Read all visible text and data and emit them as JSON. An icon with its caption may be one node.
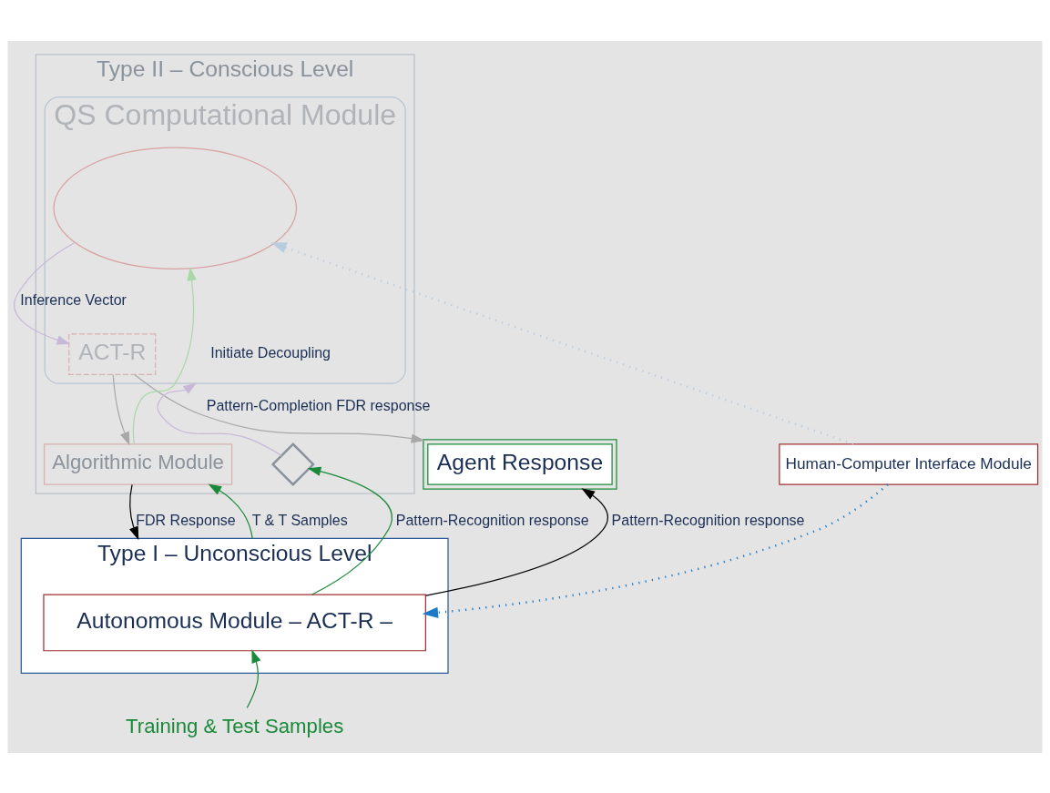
{
  "diagram": {
    "nodes": [
      {
        "text": [
          "Type II – Conscious Level"
        ]
      },
      {
        "text": [
          "QS Computational Module"
        ],
        "in": 0
      },
      {
        "text": [],
        "shape": "ellipse",
        "in": 1
      },
      {
        "text": [
          "ACT-R"
        ],
        "in": 1
      },
      {
        "text": [
          "Algorithmic Module"
        ],
        "in": 0
      },
      {
        "text": [],
        "shape": "diamond",
        "in": 0
      },
      {
        "text": [
          "Type I – Unconscious Level"
        ]
      },
      {
        "text": [
          "Autonomous Module – ACT-R –"
        ],
        "in": 6
      },
      {
        "text": [
          "Human-Computer Interface Module"
        ]
      },
      {
        "text": [
          "Agent Response"
        ]
      },
      {
        "text": [
          "Training & Test Samples"
        ]
      }
    ],
    "edges": [
      {
        "from": 2,
        "to": 3,
        "arrow": "to",
        "label": "Inference Vector",
        "color": "#c8b8d8"
      },
      {
        "from": 3,
        "to": 4,
        "arrow": "to",
        "color": "#a8a8a8"
      },
      {
        "from": 3,
        "to": 9,
        "arrow": "to",
        "label": "Pattern-Completion FDR response",
        "color": "#a8a8a8"
      },
      {
        "from": 4,
        "to": 2,
        "arrow": "to",
        "color": "#a8d8a8"
      },
      {
        "from": 5,
        "to": 1,
        "arrow": "to",
        "label": "Initiate Decoupling",
        "color": "#c8b8d8"
      },
      {
        "from": 8,
        "to": 2,
        "arrow": "to",
        "style": "dashed",
        "color": "#b8cce0"
      },
      {
        "from": 4,
        "to": 6,
        "arrow": "to",
        "label": "FDR Response",
        "color": "#000000"
      },
      {
        "from": 6,
        "to": 4,
        "arrow": "to",
        "label": "T & T Samples",
        "color": "#1a8a3a"
      },
      {
        "from": 7,
        "to": 5,
        "arrow": "to",
        "label": "Pattern-Recognition response",
        "color": "#1a8a3a"
      },
      {
        "from": 8,
        "to": 7,
        "arrow": "to",
        "style": "dashed",
        "color": "#1a7ac8"
      },
      {
        "from": 7,
        "to": 9,
        "arrow": "to",
        "label": "Pattern-Recognition response",
        "color": "#000000"
      },
      {
        "from": 10,
        "to": 7,
        "arrow": "to",
        "color": "#1a8a3a"
      }
    ]
  }
}
